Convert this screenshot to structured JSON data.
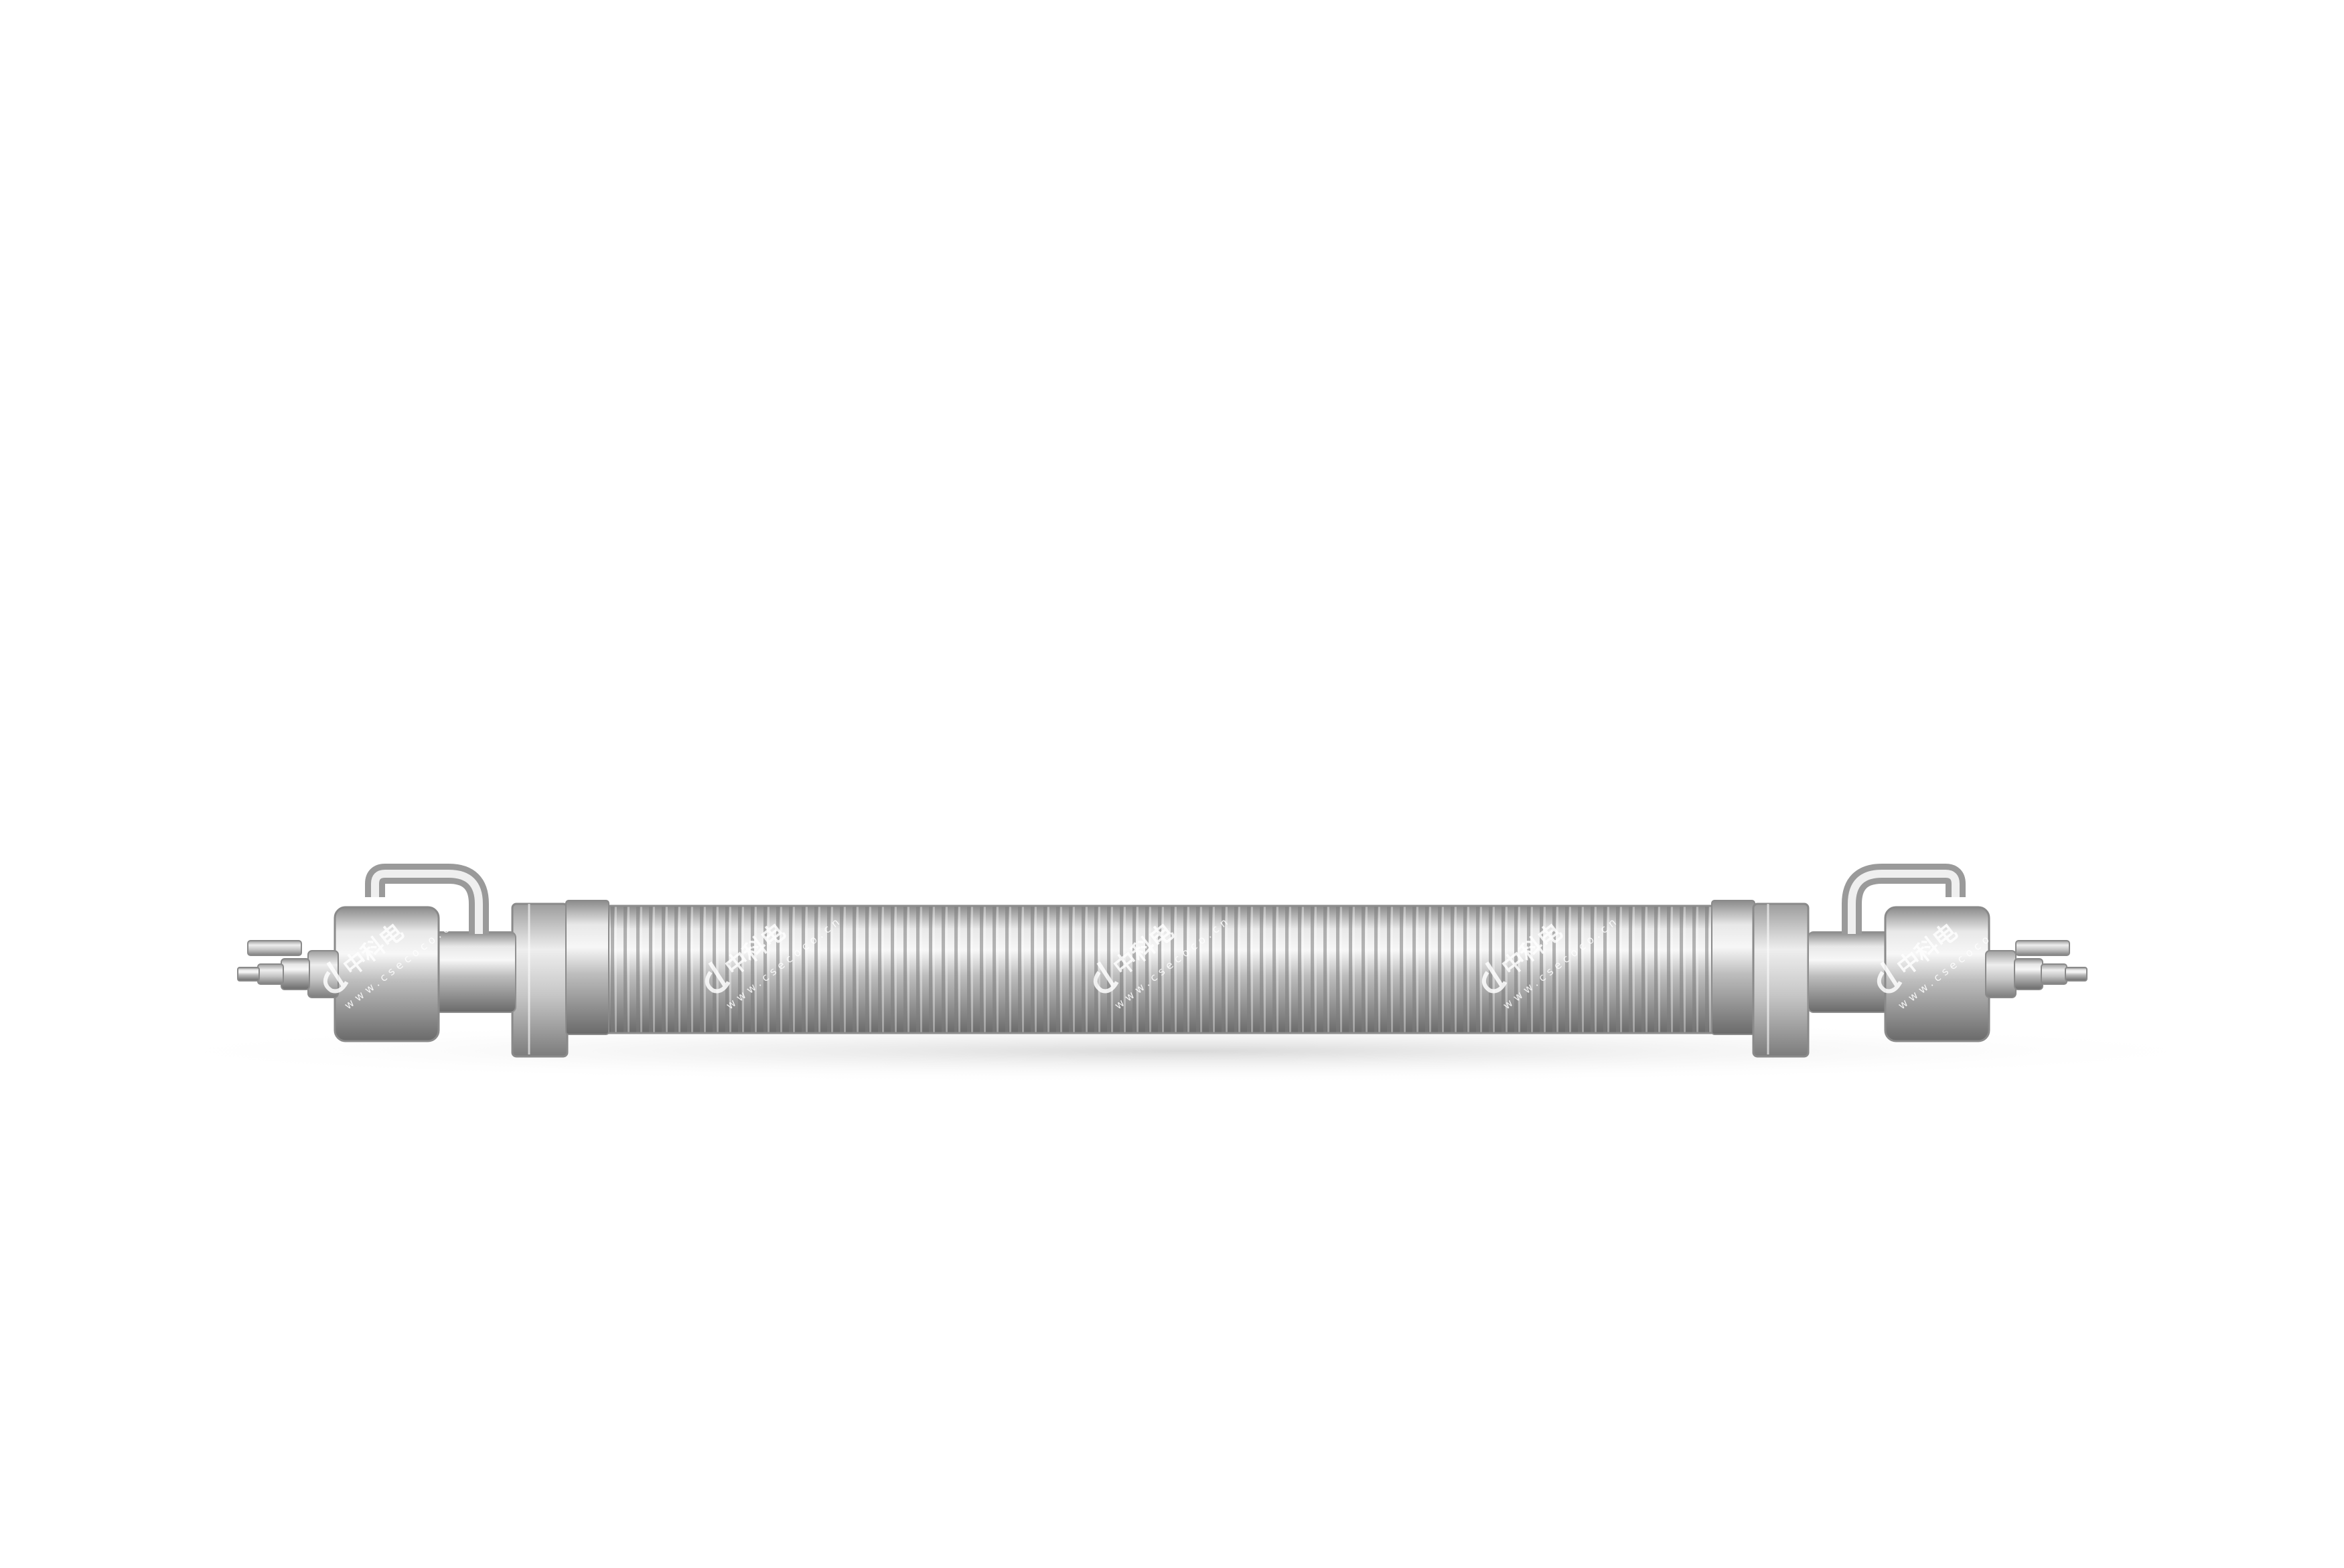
{
  "image": {
    "subject": "corrugated stainless steel tube with flanged end fittings",
    "background_color": "#ffffff",
    "metal_colors": {
      "highlight": "#f2f2f2",
      "light": "#d4d4d4",
      "mid": "#a8a8a8",
      "dark": "#6f6f6f",
      "shadow": "#e9e9e9"
    }
  },
  "watermark": {
    "brand_text": "中科电",
    "url_text": "www.csecoco.cn",
    "logo_icon": "csecoco-logo-icon",
    "repeat_count": 5
  }
}
